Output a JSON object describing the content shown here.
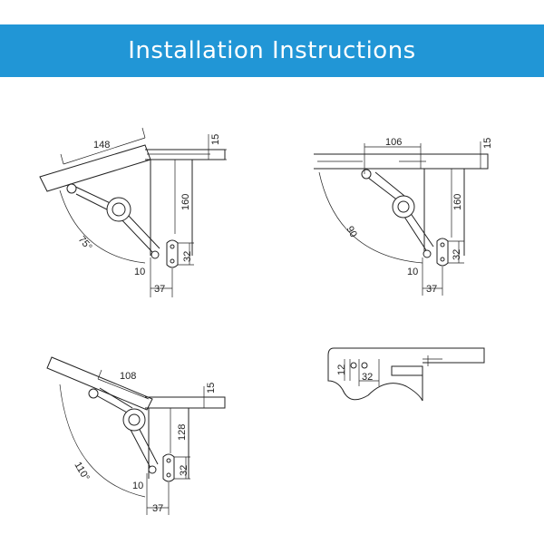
{
  "header": {
    "title": "Installation Instructions"
  },
  "colors": {
    "banner": "#2196d6",
    "line": "#222222"
  },
  "diagrams": {
    "d75": {
      "dim_width": "148",
      "dim_top": "15",
      "dim_height": "160",
      "dim_pivot": "32",
      "dim_offset": "10",
      "dim_base": "37",
      "angle": "75°"
    },
    "d90": {
      "dim_width": "106",
      "dim_top": "15",
      "dim_height": "160",
      "dim_pivot": "32",
      "dim_offset": "10",
      "dim_base": "37",
      "angle": "90"
    },
    "d110": {
      "dim_width": "108",
      "dim_top": "15",
      "dim_height": "128",
      "dim_pivot": "32",
      "dim_offset": "10",
      "dim_base": "37",
      "angle": "110°"
    },
    "detail": {
      "dim_left": "12",
      "dim_width": "32"
    }
  }
}
